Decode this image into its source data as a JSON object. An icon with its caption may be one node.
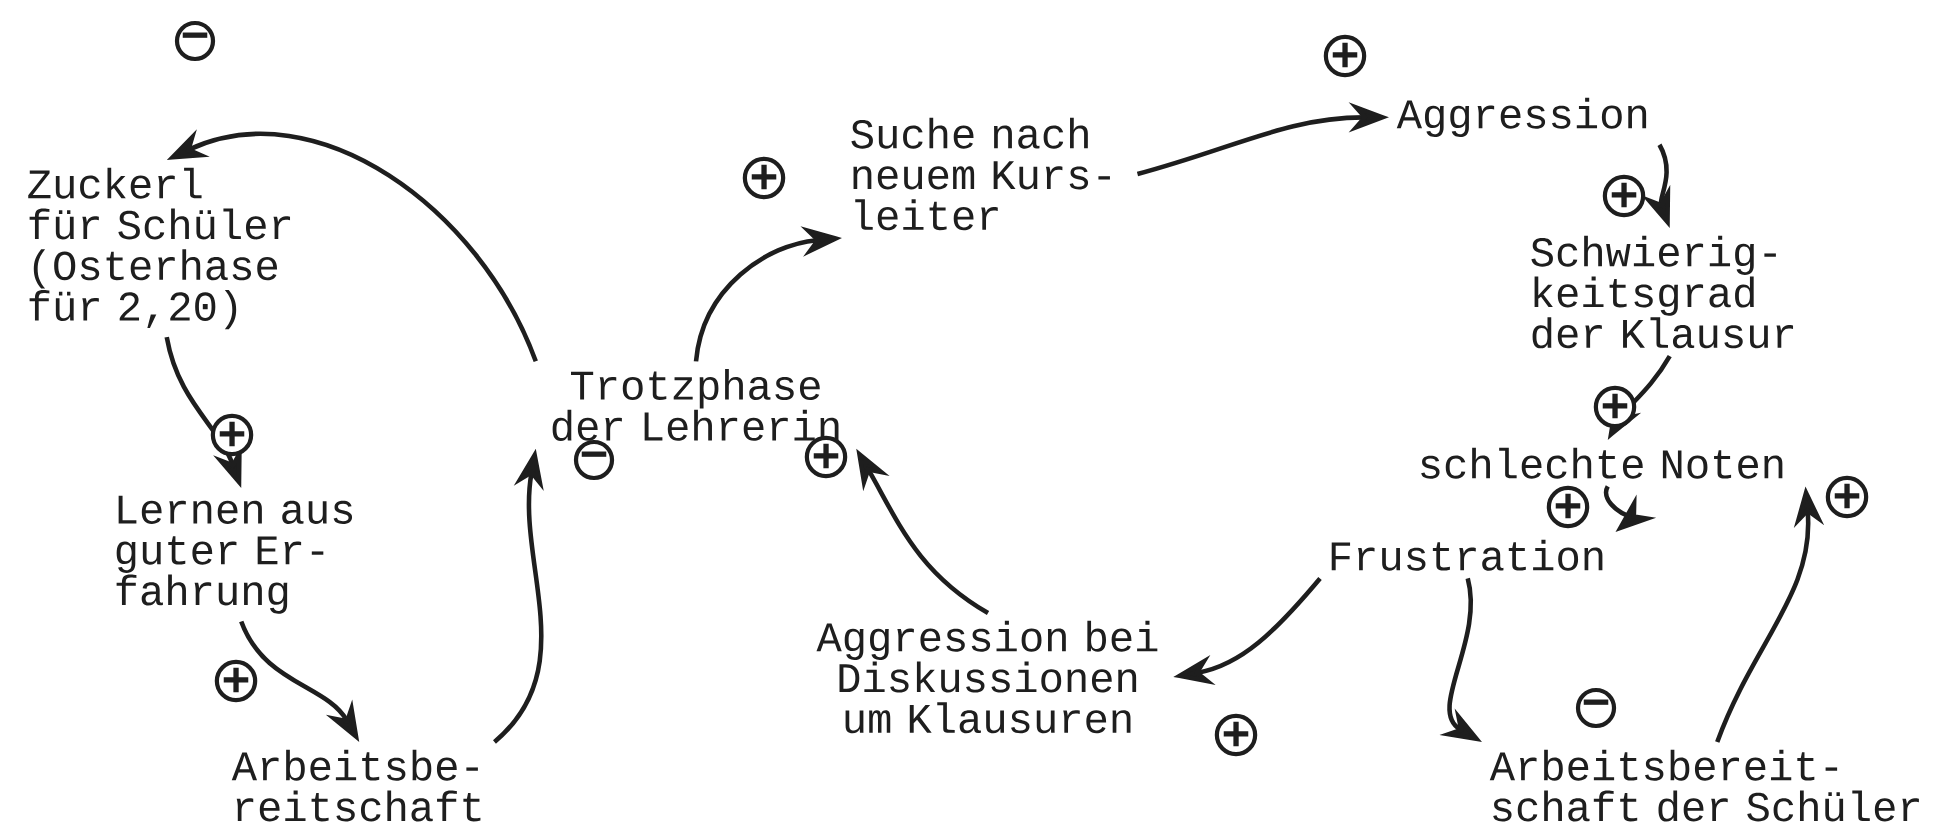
{
  "diagram": {
    "nodes": [
      {
        "text": [
          "Zuckerl für Schüler (Osterhase für 2,20)"
        ]
      },
      {
        "text": [
          "Lernen aus guter Er- fahrung"
        ]
      },
      {
        "text": [
          "Arbeitsbe- reitschaft"
        ]
      },
      {
        "text": [
          "Trotzphase der Lehrerin"
        ]
      },
      {
        "text": [
          "Suche nach neuem Kurs- leiter"
        ]
      },
      {
        "text": [
          "Aggression"
        ]
      },
      {
        "text": [
          "Schwierig- keitsgrad der Klausur"
        ]
      },
      {
        "text": [
          "schlechte Noten"
        ]
      },
      {
        "text": [
          "Frustration"
        ]
      },
      {
        "text": [
          "Aggression bei Diskussionen um Klausuren"
        ]
      },
      {
        "text": [
          "Arbeitsbereit- schaft der Schüler"
        ]
      }
    ],
    "edges": [
      {
        "from": 0,
        "to": 1,
        "arrow": "to",
        "label": "+"
      },
      {
        "from": 1,
        "to": 2,
        "arrow": "to",
        "label": "+"
      },
      {
        "from": 2,
        "to": 3,
        "arrow": "to",
        "label": "−"
      },
      {
        "from": 9,
        "to": 3,
        "arrow": "to",
        "label": "+"
      },
      {
        "from": 3,
        "to": 0,
        "arrow": "to",
        "label": "−"
      },
      {
        "from": 3,
        "to": 4,
        "arrow": "to",
        "label": "+"
      },
      {
        "from": 4,
        "to": 5,
        "arrow": "to",
        "label": "+"
      },
      {
        "from": 5,
        "to": 6,
        "arrow": "to",
        "label": "+"
      },
      {
        "from": 6,
        "to": 7,
        "arrow": "to",
        "label": "+"
      },
      {
        "from": 7,
        "to": 8,
        "arrow": "to",
        "label": "+"
      },
      {
        "from": 8,
        "to": 9,
        "arrow": "to",
        "label": "+"
      },
      {
        "from": 8,
        "to": 10,
        "arrow": "to",
        "label": "−"
      },
      {
        "from": 10,
        "to": 7,
        "arrow": "to",
        "label": "+"
      }
    ]
  }
}
